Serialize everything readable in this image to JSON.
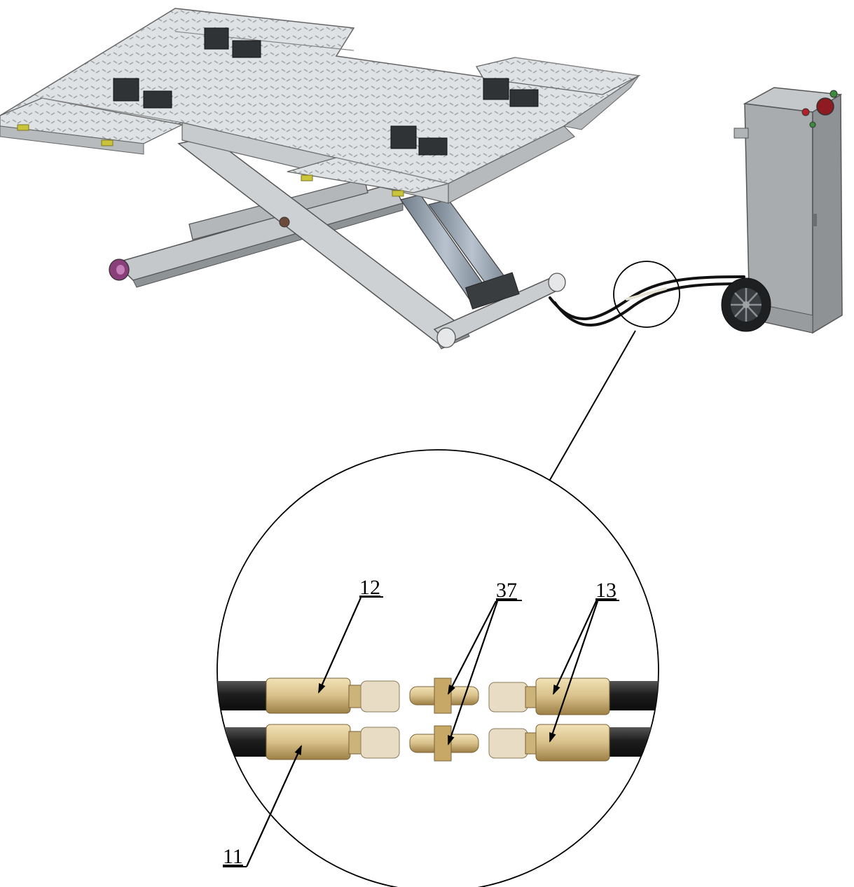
{
  "callouts": {
    "c11": "11",
    "c12": "12",
    "c13": "13",
    "c37": "37"
  },
  "colors": {
    "plate": "#d9dcde",
    "plate_dark": "#a9adb0",
    "frame": "#b9bdc0",
    "cylinder": "#8f9aa6",
    "block": "#2f3336",
    "cabinet": "#a8acae",
    "cabinet_dark": "#8e9294",
    "hose": "#222222",
    "brass": "#d8c08a",
    "brass_dark": "#a98a4e",
    "yellow_tab": "#c9c43a",
    "knob": "#8a3e7a",
    "red_button": "#b3202a",
    "green_button": "#3c8a3c"
  }
}
